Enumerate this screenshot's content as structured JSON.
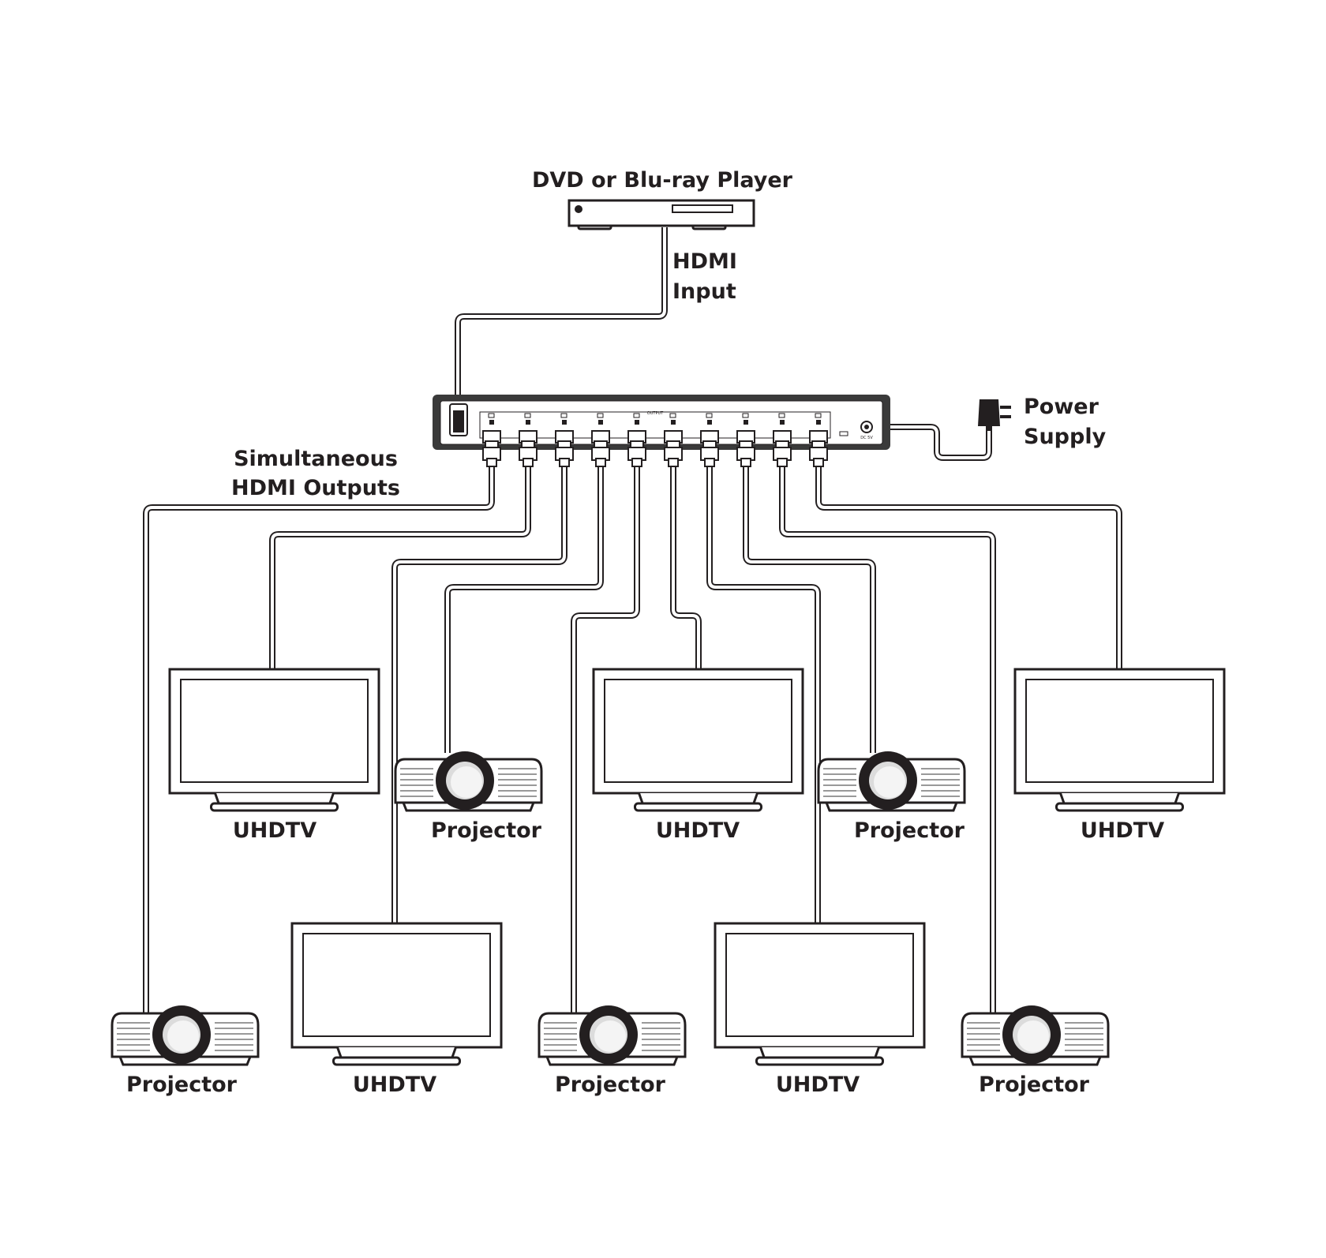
{
  "source": {
    "label": "DVD or Blu-ray Player"
  },
  "input_cable": {
    "label_line1": "HDMI",
    "label_line2": "Input"
  },
  "outputs_label": {
    "line1": "Simultaneous",
    "line2": "HDMI Outputs"
  },
  "power": {
    "label_line1": "Power",
    "label_line2": "Supply"
  },
  "splitter": {
    "output_text": "OUTPUT",
    "dc_text": "DC 5V"
  },
  "displays": [
    {
      "label": "UHDTV"
    },
    {
      "label": "Projector"
    },
    {
      "label": "UHDTV"
    },
    {
      "label": "Projector"
    },
    {
      "label": "UHDTV"
    },
    {
      "label": "Projector"
    },
    {
      "label": "UHDTV"
    },
    {
      "label": "Projector"
    },
    {
      "label": "UHDTV"
    },
    {
      "label": "Projector"
    }
  ],
  "colors": {
    "ink": "#231f20",
    "cable_fill": "#ffffff",
    "device_fill": "#ffffff",
    "vent": "#999999"
  }
}
